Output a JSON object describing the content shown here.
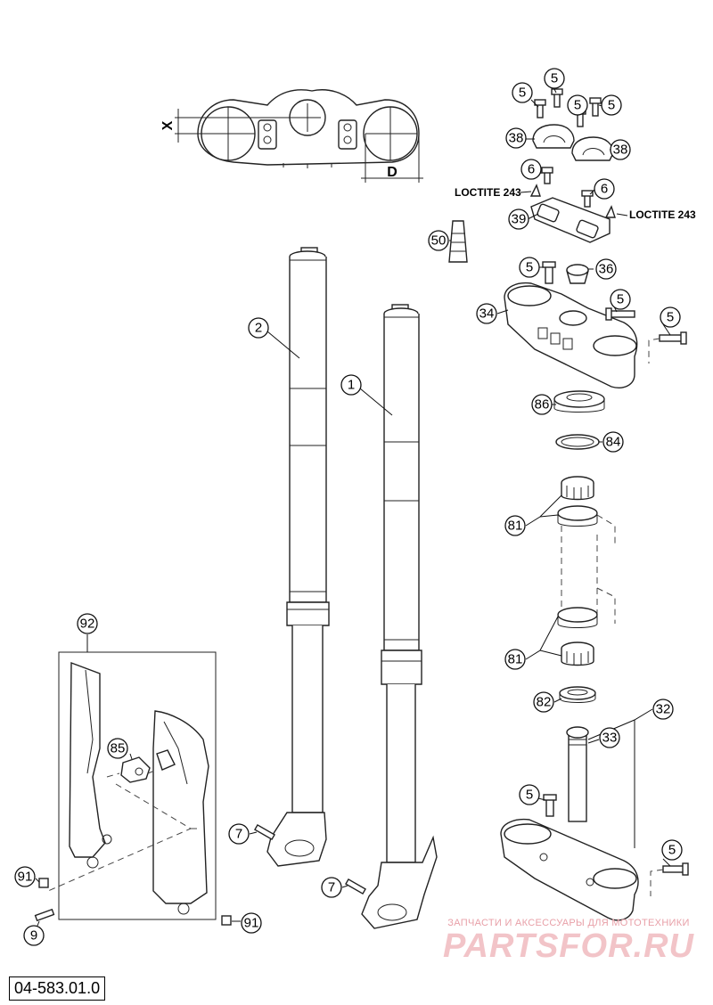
{
  "doc_number": "04-583.01.0",
  "dimensions": {
    "x": "X",
    "d": "D"
  },
  "loctite": {
    "left": "LOCTITE 243",
    "right": "LOCTITE 243"
  },
  "watermark": {
    "caption": "ЗАПЧАСТИ И АКСЕССУАРЫ ДЛЯ МОТОТЕХНИКИ",
    "logo": "PARTSFOR.RU"
  },
  "callouts": [
    {
      "id": "c5a",
      "num": "5"
    },
    {
      "id": "c5b",
      "num": "5"
    },
    {
      "id": "c5c",
      "num": "5"
    },
    {
      "id": "c5d",
      "num": "5"
    },
    {
      "id": "c38a",
      "num": "38"
    },
    {
      "id": "c38b",
      "num": "38"
    },
    {
      "id": "c6a",
      "num": "6"
    },
    {
      "id": "c6b",
      "num": "6"
    },
    {
      "id": "c39",
      "num": "39"
    },
    {
      "id": "c50",
      "num": "50"
    },
    {
      "id": "c5e",
      "num": "5"
    },
    {
      "id": "c36",
      "num": "36"
    },
    {
      "id": "c5f",
      "num": "5"
    },
    {
      "id": "c34",
      "num": "34"
    },
    {
      "id": "c5g",
      "num": "5"
    },
    {
      "id": "c2",
      "num": "2"
    },
    {
      "id": "c1",
      "num": "1"
    },
    {
      "id": "c86",
      "num": "86"
    },
    {
      "id": "c84",
      "num": "84"
    },
    {
      "id": "c81a",
      "num": "81"
    },
    {
      "id": "c81b",
      "num": "81"
    },
    {
      "id": "c82",
      "num": "82"
    },
    {
      "id": "c32",
      "num": "32"
    },
    {
      "id": "c33",
      "num": "33"
    },
    {
      "id": "c92",
      "num": "92"
    },
    {
      "id": "c85",
      "num": "85"
    },
    {
      "id": "c5h",
      "num": "5"
    },
    {
      "id": "c5i",
      "num": "5"
    },
    {
      "id": "c7a",
      "num": "7"
    },
    {
      "id": "c7b",
      "num": "7"
    },
    {
      "id": "c91a",
      "num": "91"
    },
    {
      "id": "c91b",
      "num": "91"
    },
    {
      "id": "c9",
      "num": "9"
    }
  ]
}
